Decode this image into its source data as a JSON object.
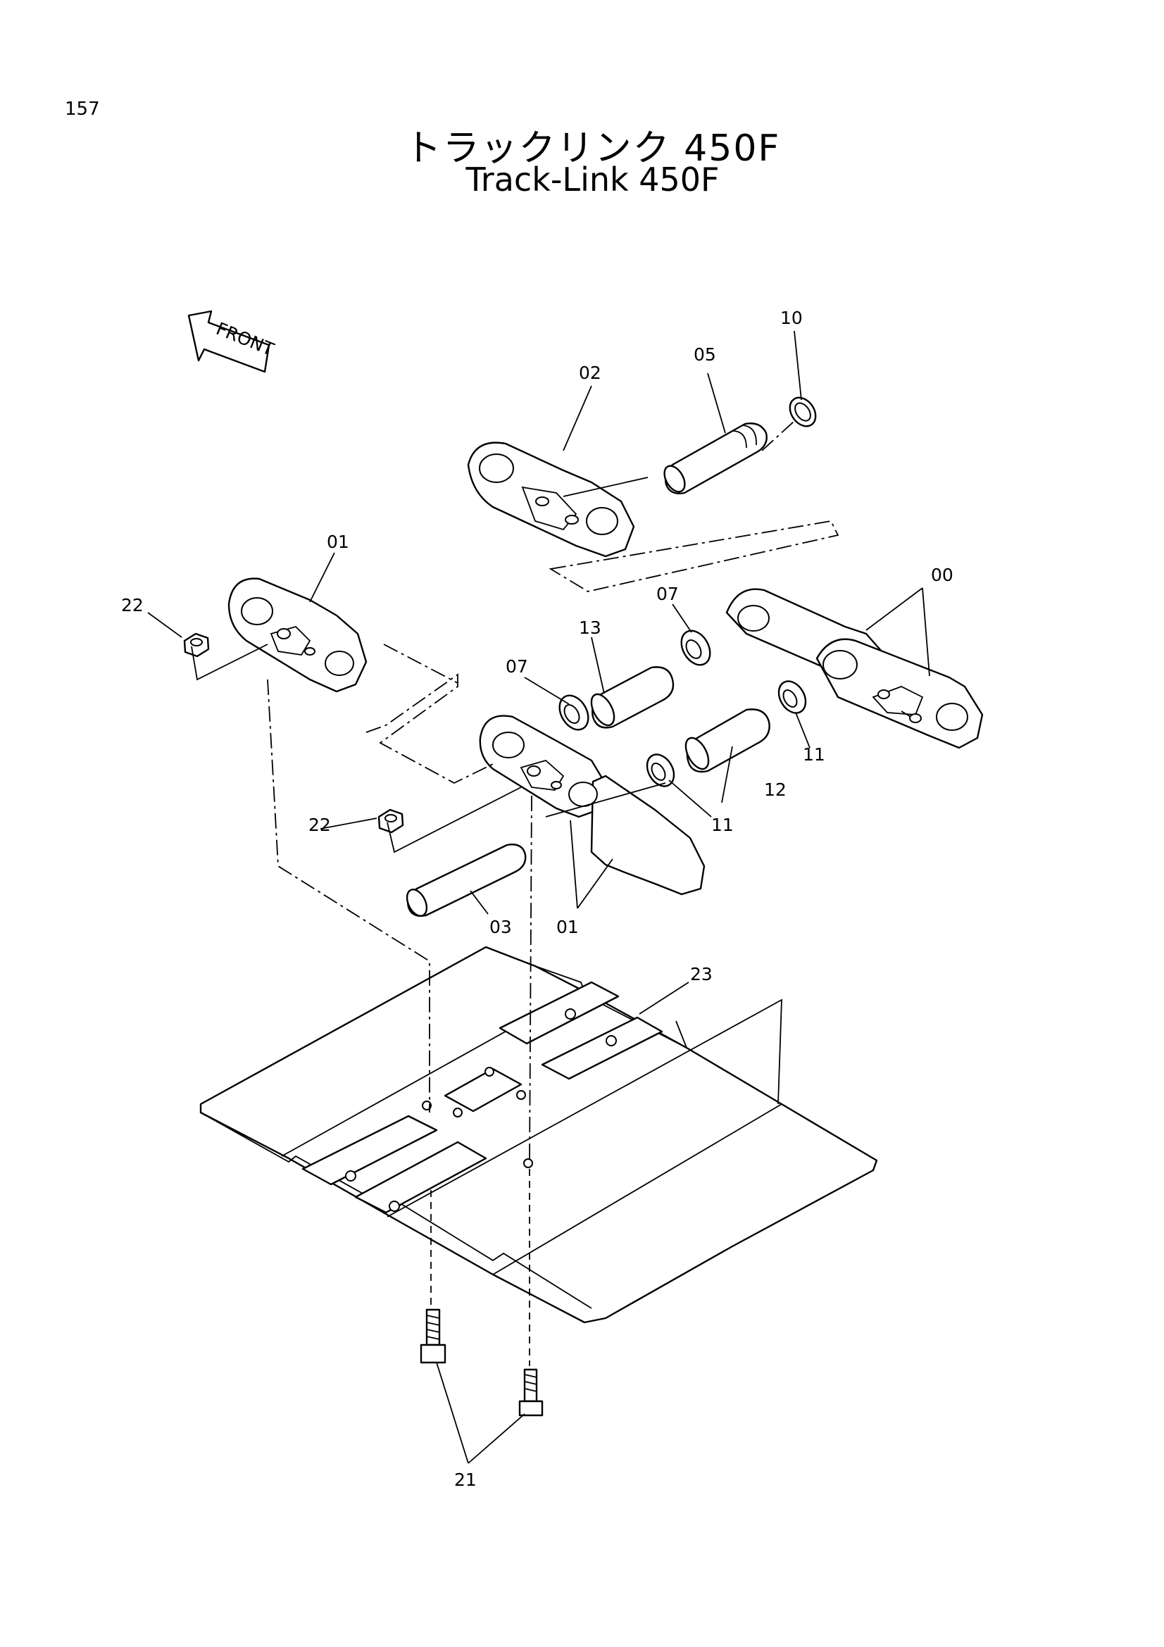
{
  "page_number": "157",
  "title": {
    "japanese": "トラックリンク 450F",
    "english": "Track-Link 450F"
  },
  "front_indicator": "FRONT",
  "callouts": [
    {
      "id": "00",
      "text": "00"
    },
    {
      "id": "01a",
      "text": "01"
    },
    {
      "id": "01b",
      "text": "01"
    },
    {
      "id": "02",
      "text": "02"
    },
    {
      "id": "03",
      "text": "03"
    },
    {
      "id": "05",
      "text": "05"
    },
    {
      "id": "07a",
      "text": "07"
    },
    {
      "id": "07b",
      "text": "07"
    },
    {
      "id": "10",
      "text": "10"
    },
    {
      "id": "11a",
      "text": "11"
    },
    {
      "id": "11b",
      "text": "11"
    },
    {
      "id": "12",
      "text": "12"
    },
    {
      "id": "13",
      "text": "13"
    },
    {
      "id": "21",
      "text": "21"
    },
    {
      "id": "22a",
      "text": "22"
    },
    {
      "id": "22b",
      "text": "22"
    },
    {
      "id": "23",
      "text": "23"
    }
  ]
}
